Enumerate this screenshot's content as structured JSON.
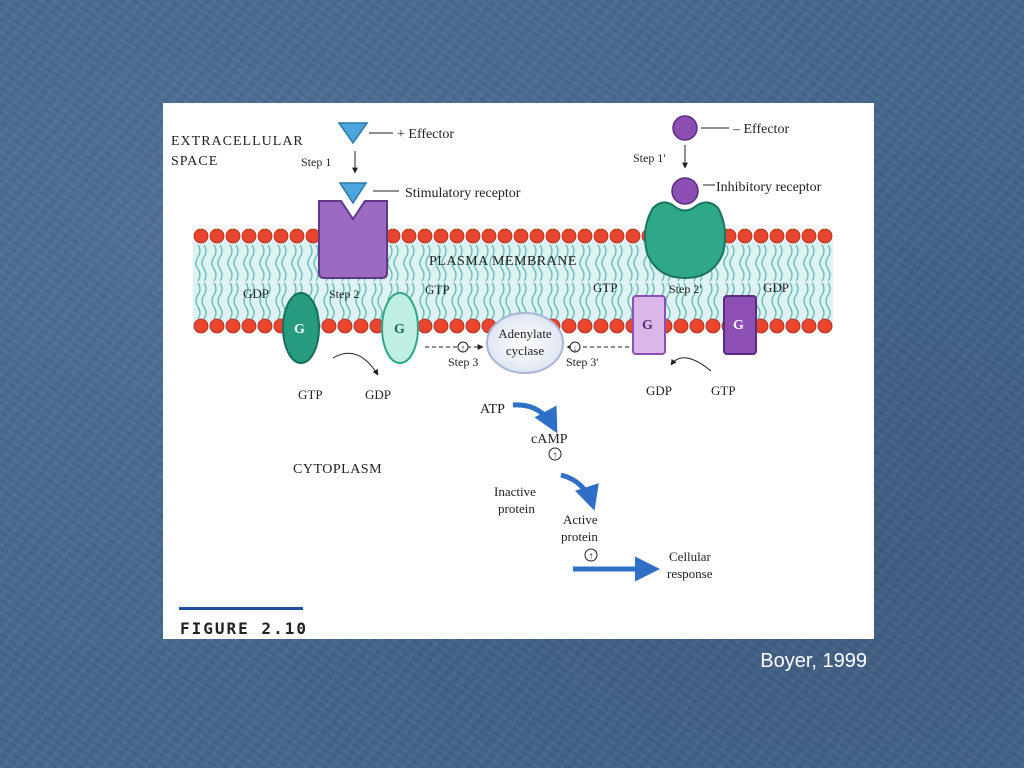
{
  "diagram": {
    "extracellular_line1": "EXTRACELLULAR",
    "extracellular_line2": "SPACE",
    "stim_effector": "+ Effector",
    "inhib_effector": "– Effector",
    "step1": "Step 1",
    "step1p": "Step 1'",
    "stimulatory_receptor": "Stimulatory receptor",
    "inhibitory_receptor": "Inhibitory receptor",
    "plasma_membrane": "PLASMA MEMBRANE",
    "gdp_left": "GDP",
    "step2": "Step 2",
    "gtp_left": "GTP",
    "gtp_right": "GTP",
    "step2p": "Step 2'",
    "gdp_right": "GDP",
    "g_label": "G",
    "adenylate": "Adenylate",
    "cyclase": "cyclase",
    "step3": "Step 3",
    "step3p": "Step 3'",
    "gtp_bottom_left": "GTP",
    "gdp_bottom_left": "GDP",
    "gdp_bottom_right": "GDP",
    "gtp_bottom_right": "GTP",
    "atp": "ATP",
    "camp": "cAMP",
    "cytoplasm": "CYTOPLASM",
    "inactive_line1": "Inactive",
    "inactive_line2": "protein",
    "active_line1": "Active",
    "active_line2": "protein",
    "cellular_line1": "Cellular",
    "cellular_line2": "response",
    "figure_label": "FIGURE 2.10"
  },
  "credit": "Boyer, 1999",
  "colors": {
    "background": "#46678f",
    "lipid_head": "#e8452f",
    "lipid_tail": "#55b8b5",
    "stim_effector": "#4aa6dc",
    "stim_receptor": "#9b6bc4",
    "inhib_effector": "#8b4fb3",
    "inhib_receptor": "#2fa88a",
    "g_dark_green": "#279b80",
    "g_light_green": "#bfeee2",
    "g_light_purple": "#dab7e8",
    "g_dark_purple": "#8d4fb4",
    "arrow_blue": "#2f6fc8"
  }
}
